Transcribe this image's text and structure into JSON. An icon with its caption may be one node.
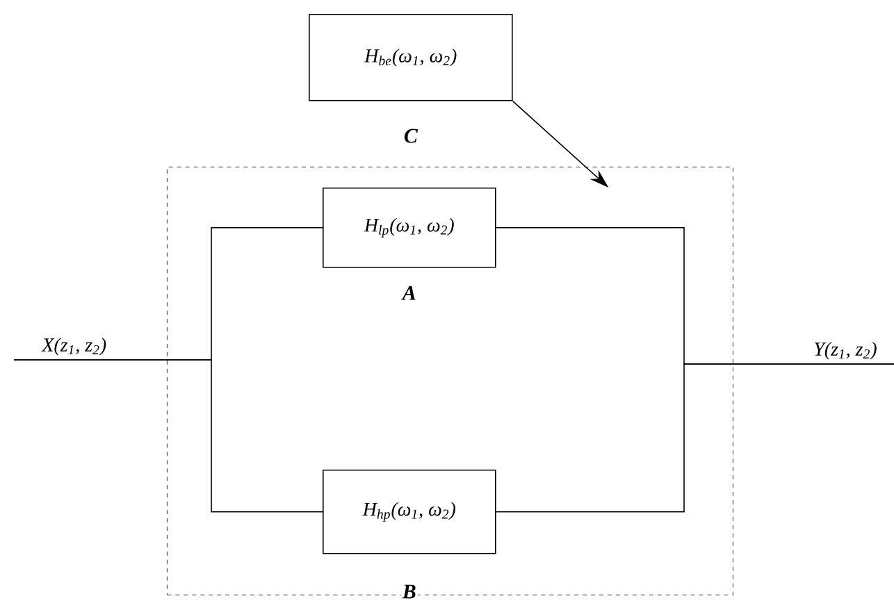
{
  "diagram": {
    "nodes": [
      {
        "text": [
          "H$_{be}$(ω$_{1}$, ω$_{2}$)"
        ],
        "beside": [
          "C"
        ]
      },
      {
        "text": [],
        "shape": "box"
      },
      {
        "text": [
          "H$_{lp}$(ω$_{1}$, ω$_{2}$)"
        ],
        "beside": [
          "A"
        ],
        "in": 1
      },
      {
        "text": [
          "H$_{hp}$(ω$_{1}$, ω$_{2}$)"
        ],
        "beside": [
          "B"
        ],
        "in": 1
      },
      {
        "text": [
          "X(z$_{1}$, z$_{2}$)"
        ]
      },
      {
        "text": [
          "Y(z$_{1}$, z$_{2}$)"
        ]
      }
    ],
    "edges": [
      {
        "from": 0,
        "to": 1,
        "arrow": "to"
      },
      {
        "from": 4,
        "to": 2,
        "arrow": "none"
      },
      {
        "from": 4,
        "to": 3,
        "arrow": "none"
      },
      {
        "from": 2,
        "to": 5,
        "arrow": "none"
      },
      {
        "from": 3,
        "to": 5,
        "arrow": "none"
      }
    ]
  }
}
